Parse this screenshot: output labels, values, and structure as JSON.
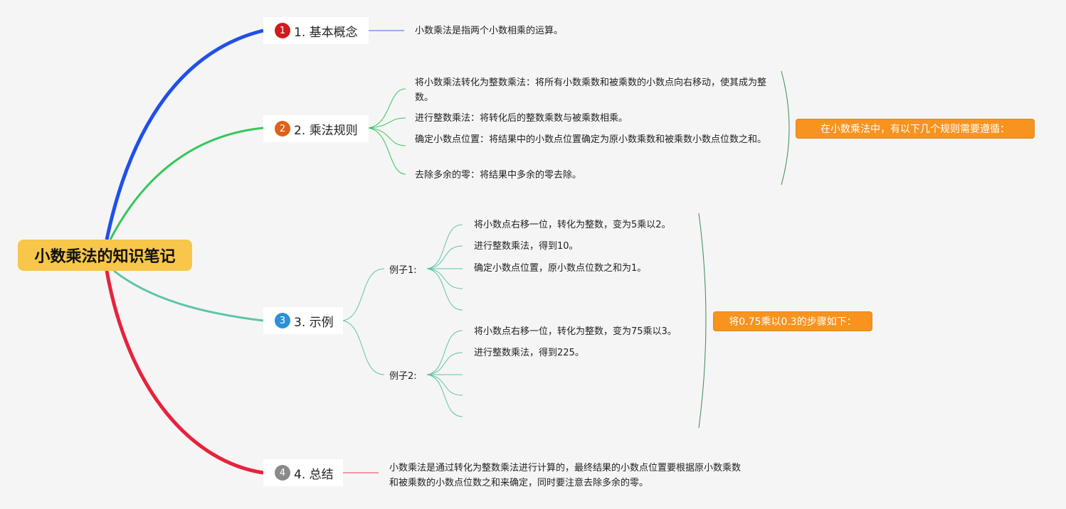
{
  "root": {
    "label": "小数乘法的知识笔记"
  },
  "branches": [
    {
      "number": "1",
      "label": "1. 基本概念",
      "color": "#2050e8",
      "badge_color": "#d11a1a"
    },
    {
      "number": "2",
      "label": "2. 乘法规则",
      "color": "#34c759",
      "badge_color": "#e06018"
    },
    {
      "number": "3",
      "label": "3. 示例",
      "color": "#5ec4a8",
      "badge_color": "#2b90d9"
    },
    {
      "number": "4",
      "label": "4. 总结",
      "color": "#e8223c",
      "badge_color": "#8a8a8a"
    }
  ],
  "concept": {
    "text": "小数乘法是指两个小数相乘的运算。"
  },
  "rules": {
    "items": [
      "将小数乘法转化为整数乘法：将所有小数乘数和被乘数的小数点向右移动，使其成为整数。",
      "进行整数乘法：将转化后的整数乘数与被乘数相乘。",
      "确定小数点位置：将结果中的小数点位置确定为原小数乘数和被乘数小数点位数之和。",
      "去除多余的零：将结果中多余的零去除。"
    ],
    "callout": "在小数乘法中，有以下几个规则需要遵循："
  },
  "examples": {
    "callout": "将0.75乘以0.3的步骤如下：",
    "groups": [
      {
        "label": "例子1:",
        "steps": [
          "将小数点右移一位，转化为整数，变为5乘以2。",
          "进行整数乘法，得到10。",
          "确定小数点位置，原小数点位数之和为1。"
        ]
      },
      {
        "label": "例子2:",
        "steps": [
          "将小数点右移一位，转化为整数，变为75乘以3。",
          "进行整数乘法，得到225。"
        ]
      }
    ]
  },
  "summary": {
    "text": "小数乘法是通过转化为整数乘法进行计算的，最终结果的小数点位置要根据原小数乘数和被乘数的小数点位数之和来确定，同时要注意去除多余的零。"
  },
  "colors": {
    "callout": "#f7931e",
    "background": "#f5f5f5",
    "root": "#f7c64a"
  }
}
